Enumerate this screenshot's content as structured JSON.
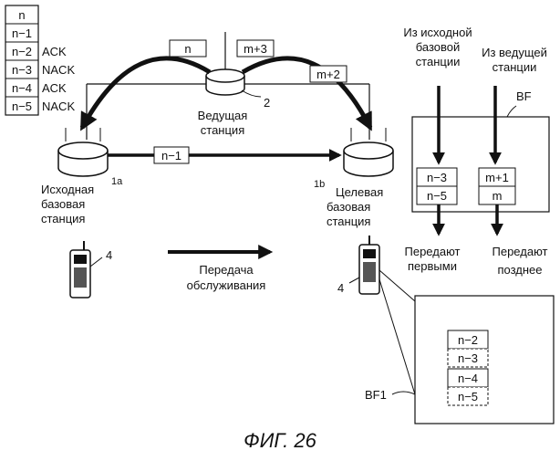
{
  "figure": {
    "caption": "ФИГ. 26",
    "queue": [
      {
        "label": "n",
        "status": ""
      },
      {
        "label": "n−1",
        "status": ""
      },
      {
        "label": "n−2",
        "status": "ACK"
      },
      {
        "label": "n−3",
        "status": "NACK"
      },
      {
        "label": "n−4",
        "status": "ACK"
      },
      {
        "label": "n−5",
        "status": "NACK"
      }
    ],
    "master": {
      "line1": "Ведущая",
      "line2": "станция",
      "ref": "2"
    },
    "source": {
      "line1": "Исходная",
      "line2": "базовая",
      "line3": "станция",
      "ref": "1a"
    },
    "target": {
      "line1": "Целевая",
      "line2": "базовая",
      "line3": "станция",
      "ref": "1b"
    },
    "packets": {
      "top_left": "n",
      "top_right": "m+3",
      "right_mid": "m+2",
      "direct": "n−1"
    },
    "handover": {
      "line1": "Передача",
      "line2": "обслуживания"
    },
    "phone_ref_left": "4",
    "phone_ref_right": "4",
    "bf": {
      "label": "BF",
      "from_source": {
        "line1": "Из исходной",
        "line2": "базовой",
        "line3": "станции"
      },
      "from_master": {
        "line1": "Из ведущей",
        "line2": "станции"
      },
      "left_cells": [
        "n−3",
        "n−5"
      ],
      "right_cells": [
        "m+1",
        "m"
      ],
      "send_first": {
        "line1": "Передают",
        "line2": "первыми"
      },
      "send_later": {
        "line1": "Передают",
        "line2": "позднее"
      }
    },
    "bf1": {
      "label": "BF1",
      "cells": [
        {
          "label": "n−2",
          "dashed": false
        },
        {
          "label": "n−3",
          "dashed": true
        },
        {
          "label": "n−4",
          "dashed": false
        },
        {
          "label": "n−5",
          "dashed": true
        }
      ]
    }
  }
}
